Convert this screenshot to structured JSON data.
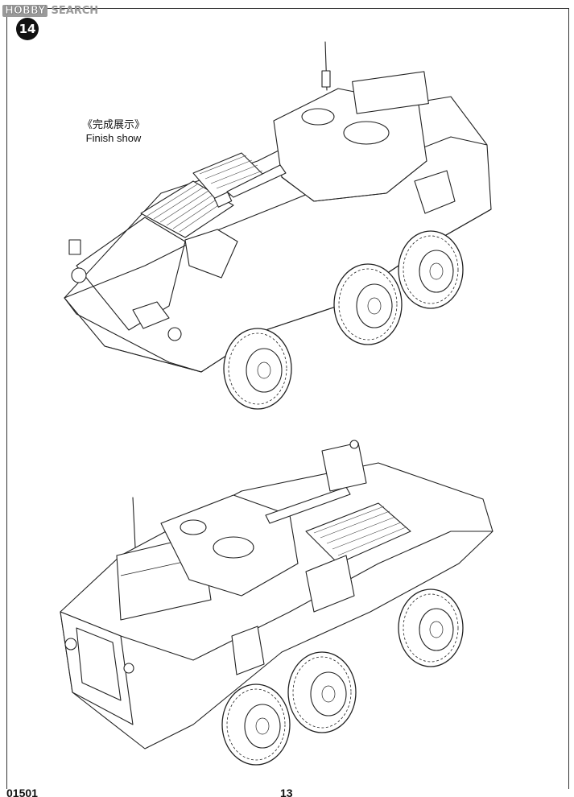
{
  "watermark": {
    "logo": "HOBBY",
    "text": "SEARCH"
  },
  "step": {
    "number": "14"
  },
  "caption": {
    "chinese": "《完成展示》",
    "english": "Finish show"
  },
  "footer": {
    "part_number": "01501",
    "page_number": "13"
  },
  "views": [
    {
      "name": "front-three-quarter-view",
      "wheels": 3
    },
    {
      "name": "rear-three-quarter-view",
      "wheels": 3
    }
  ]
}
